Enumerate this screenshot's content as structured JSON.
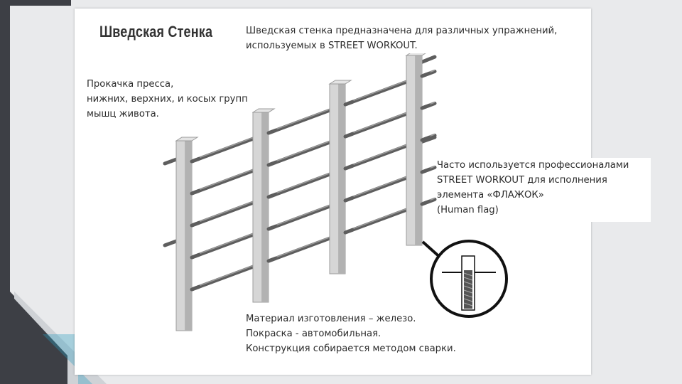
{
  "slide": {
    "title": "Шведская Стенка",
    "intro_lines": [
      "Шведская стенка предназначена для различных упражнений,",
      "используемых в STREET WORKOUT."
    ],
    "abs_lines": [
      "Прокачка пресса,",
      "нижних, верхних, и косых групп",
      "мышц живота."
    ],
    "flag_lines": [
      "Часто используется профессионалами",
      "STREET WORKOUT для исполнения",
      "элемента «ФЛАЖОК»",
      "(Human flag)"
    ],
    "material_lines": [
      "Материал изготовления – железо.",
      "Покраска - автомобильная.",
      "Конструкция собирается методом сварки."
    ]
  },
  "colors": {
    "background": "#e9eaec",
    "accent_dark": "#3d3f45",
    "accent_teal": "#1f8fae",
    "post_light": "#d6d6d6",
    "post_shadow": "#b2b2b2",
    "bar_dark": "#5e5e5e"
  },
  "illustration": {
    "name": "swedish-wall-drawing",
    "detail_icon": "weld-joint-detail"
  }
}
